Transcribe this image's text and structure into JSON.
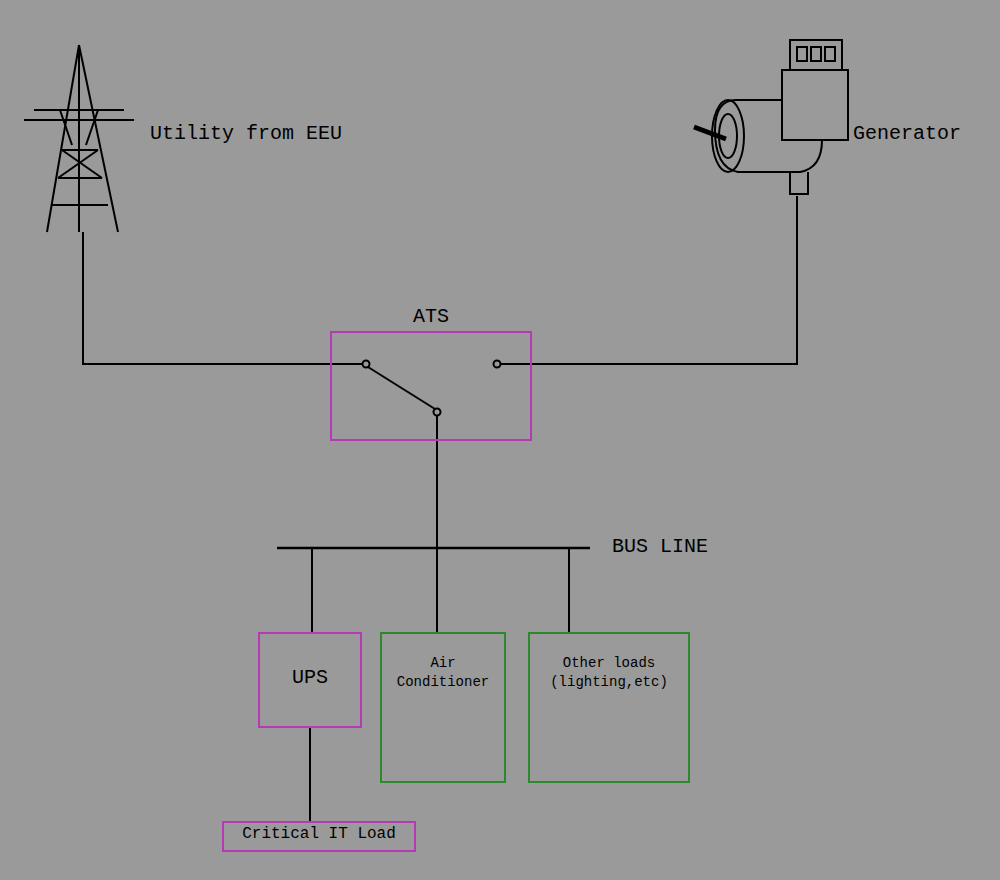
{
  "diagram": {
    "nodes": [
      {
        "text": [
          "ATS"
        ]
      },
      {
        "text": [
          "UPS"
        ]
      },
      {
        "text": [
          "Air Conditioner"
        ]
      },
      {
        "text": [
          "Other loads (lighting,etc)"
        ]
      },
      {
        "text": [
          "Critical IT Load"
        ]
      }
    ],
    "edges": [
      {
        "from": 0,
        "to": 1,
        "arrow": "none"
      },
      {
        "from": 0,
        "to": 2,
        "arrow": "none"
      },
      {
        "from": 0,
        "to": 3,
        "arrow": "none"
      },
      {
        "from": 1,
        "to": 4,
        "arrow": "none"
      }
    ],
    "labels": [
      "Utility from EEU",
      "Generator",
      "BUS LINE"
    ]
  }
}
